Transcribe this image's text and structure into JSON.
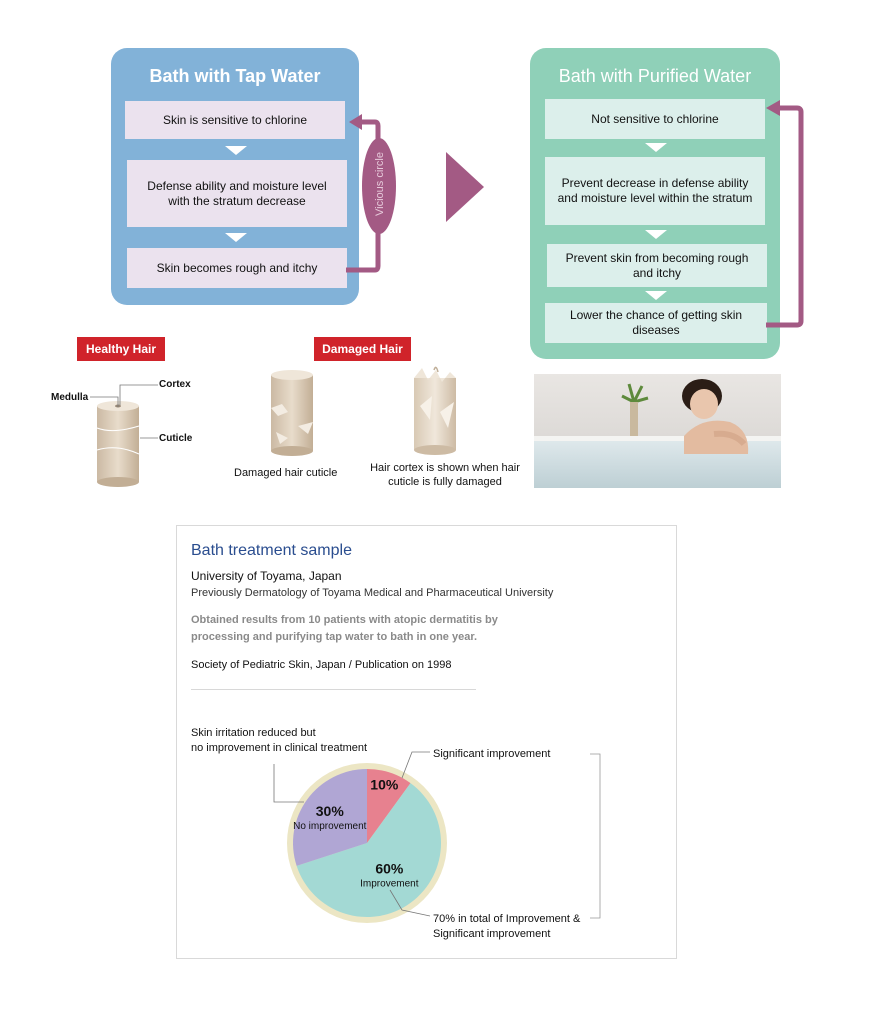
{
  "tap_panel": {
    "title": "Bath with Tap Water",
    "steps": [
      "Skin is sensitive to chlorine",
      "Defense ability and moisture level with the stratum decrease",
      "Skin becomes rough and itchy"
    ],
    "cycle_label": "Vicious circle"
  },
  "pure_panel": {
    "title": "Bath with Purified Water",
    "steps": [
      "Not sensitive to chlorine",
      "Prevent decrease in defense ability and moisture level within the stratum",
      "Prevent skin from becoming rough and itchy",
      "Lower the chance of getting skin diseases"
    ]
  },
  "hair": {
    "healthy_tag": "Healthy Hair",
    "damaged_tag": "Damaged Hair",
    "medulla": "Medulla",
    "cortex": "Cortex",
    "cuticle": "Cuticle",
    "damaged_caption": "Damaged hair cuticle",
    "cortex_shown_caption": "Hair cortex is shown when hair cuticle is fully damaged"
  },
  "sample": {
    "title": "Bath treatment sample",
    "university": "University of Toyama, Japan",
    "previous": "Previously Dermatology of Toyama Medical and Pharmaceutical University",
    "results_line1": "Obtained results from 10 patients with atopic dermatitis by",
    "results_line2": "processing and purifying tap water to bath in one year.",
    "society": "Society of Pediatric Skin, Japan / Publication on 1998"
  },
  "colors": {
    "tap_panel": "#82b2d8",
    "pure_panel": "#8fd0b8",
    "arrow": "#a35a84",
    "pie_significant": "#e7818f",
    "pie_improvement": "#a3d9d4",
    "pie_no_improvement": "#b0a6d4",
    "pie_ring": "#ece6c4"
  },
  "chart_data": {
    "type": "pie",
    "slices": [
      {
        "name": "Significant improvement",
        "value": 10,
        "label": "10%",
        "sublabel": ""
      },
      {
        "name": "Improvement",
        "value": 60,
        "label": "60%",
        "sublabel": "Improvement"
      },
      {
        "name": "No improvement",
        "value": 30,
        "label": "30%",
        "sublabel": "No improvement"
      }
    ],
    "annotations": {
      "significant": "Significant improvement",
      "no_improve_line1": "Skin irritation reduced but",
      "no_improve_line2": "no improvement in clinical treatment",
      "total_line1": "70% in total of Improvement &",
      "total_line2": "Significant improvement"
    }
  }
}
